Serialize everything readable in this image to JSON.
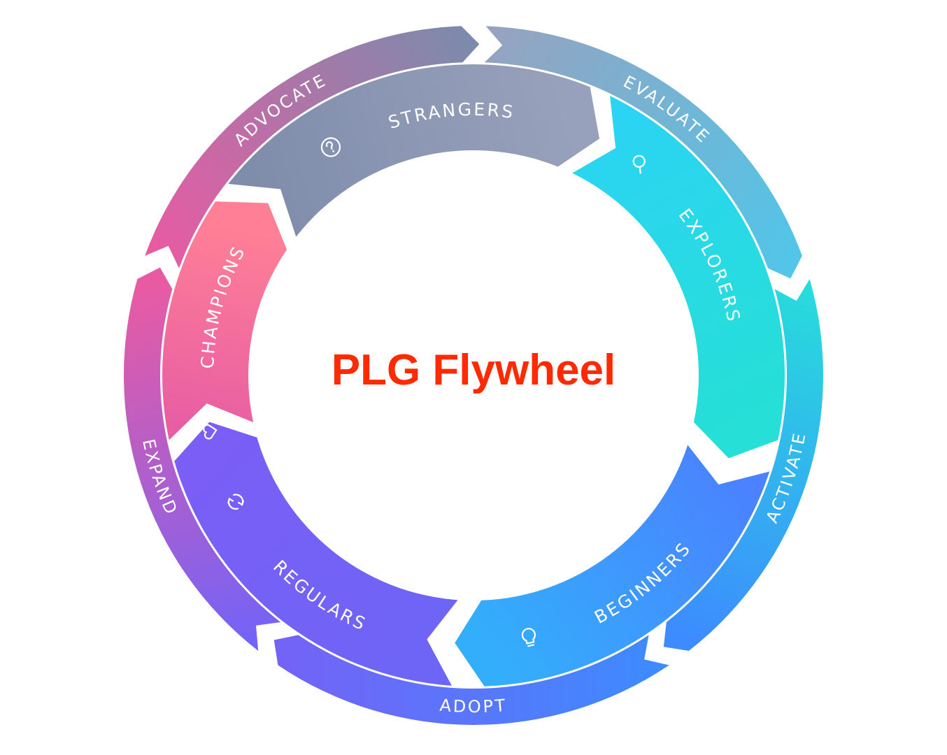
{
  "title": "PLG Flywheel",
  "title_color": "#ff2a00",
  "outer_ring": [
    {
      "label": "EVALUATE",
      "colors": [
        "#95a3c0",
        "#52c5e8"
      ]
    },
    {
      "label": "ACTIVATE",
      "colors": [
        "#27dcdc",
        "#3d8bff"
      ]
    },
    {
      "label": "ADOPT",
      "colors": [
        "#3d8bff",
        "#7363f7"
      ]
    },
    {
      "label": "EXPAND",
      "colors": [
        "#7363f7",
        "#e85ba3"
      ]
    },
    {
      "label": "ADVOCATE",
      "colors": [
        "#e85ba3",
        "#7e8aab"
      ]
    }
  ],
  "inner_ring": [
    {
      "label": "STRANGERS",
      "icon": "question-circle-icon",
      "colors": [
        "#7f8dab",
        "#98a1bb"
      ]
    },
    {
      "label": "EXPLORERS",
      "icon": "search-icon",
      "colors": [
        "#2bd4f2",
        "#26dfd6"
      ]
    },
    {
      "label": "BEGINNERS",
      "icon": "lightbulb-icon",
      "colors": [
        "#4a82ff",
        "#33aefb"
      ]
    },
    {
      "label": "REGULARS",
      "icon": "refresh-icon",
      "colors": [
        "#6d65f6",
        "#7a5ef5"
      ]
    },
    {
      "label": "CHAMPIONS",
      "icon": "heart-icon",
      "colors": [
        "#e85ea3",
        "#ff8096"
      ]
    }
  ]
}
